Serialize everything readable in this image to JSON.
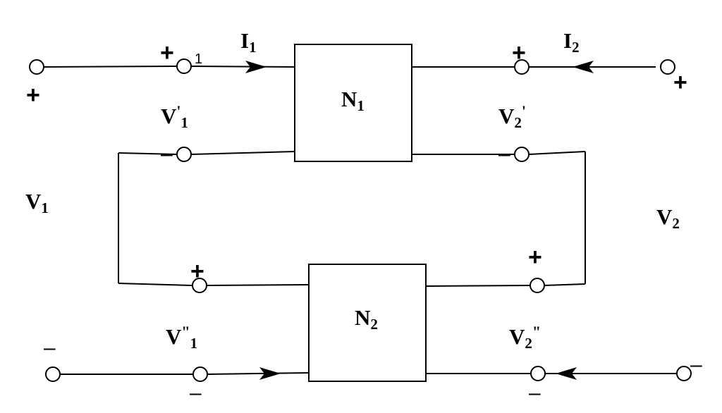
{
  "networks": {
    "n1": {
      "base": "N",
      "sub": "1"
    },
    "n2": {
      "base": "N",
      "sub": "2"
    }
  },
  "currents": {
    "i1": {
      "base": "I",
      "sub": "1"
    },
    "i2": {
      "base": "I",
      "sub": "2"
    }
  },
  "voltages": {
    "v1": {
      "base": "V",
      "sub": "1"
    },
    "v2": {
      "base": "V",
      "sub": "2"
    },
    "v1p": {
      "base": "V",
      "prime": "'",
      "sub": "1"
    },
    "v2p": {
      "base": "V",
      "sub": "2",
      "prime": "'"
    },
    "v1pp": {
      "base": "V",
      "prime": "\"",
      "sub": "1"
    },
    "v2pp": {
      "base": "V",
      "sub": "2",
      "prime": "\""
    }
  },
  "terminal_label": "1",
  "signs": {
    "plus": "+",
    "minus": "–"
  }
}
